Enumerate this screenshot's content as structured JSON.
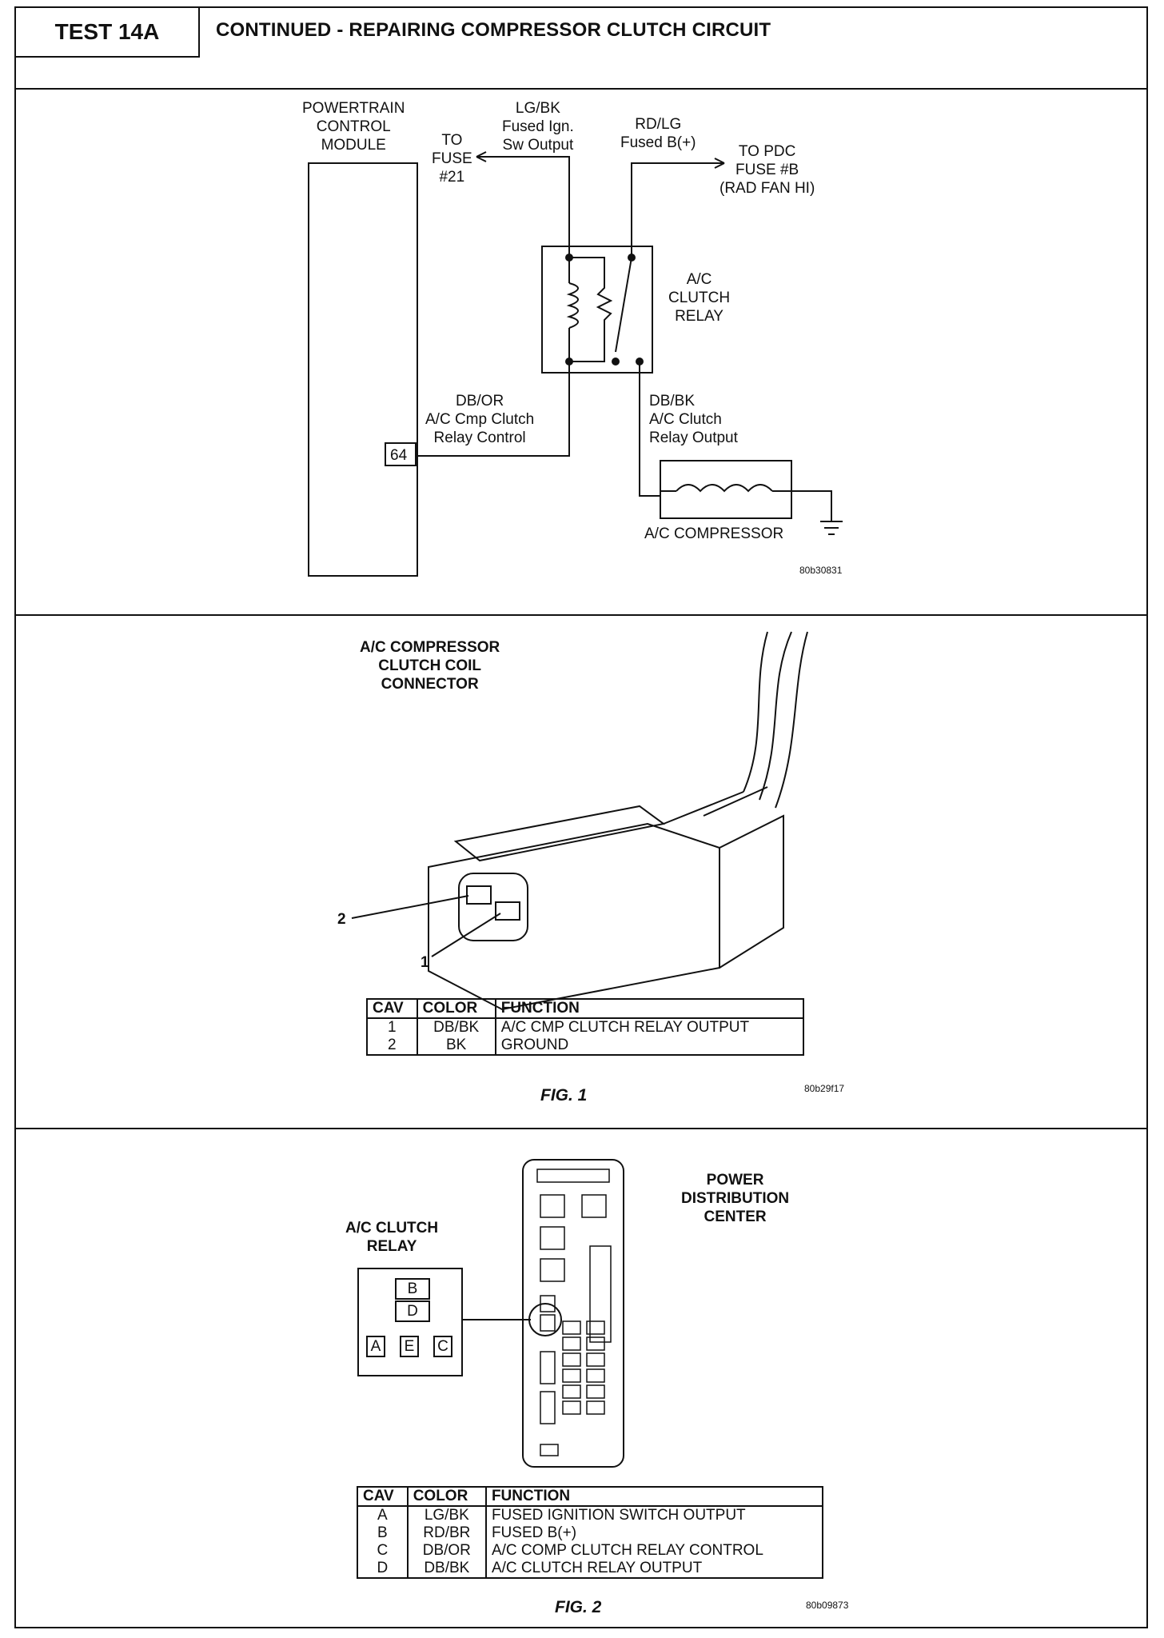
{
  "header": {
    "test_id": "TEST 14A",
    "title": "CONTINUED - REPAIRING COMPRESSOR CLUTCH CIRCUIT"
  },
  "schematic": {
    "pcm_label": [
      "POWERTRAIN",
      "CONTROL",
      "MODULE"
    ],
    "to_fuse_label": [
      "TO",
      "FUSE",
      "#21"
    ],
    "lgbk_label": [
      "LG/BK",
      "Fused Ign.",
      "Sw Output"
    ],
    "rdlg_label": [
      "RD/LG",
      "Fused B(+)"
    ],
    "to_pdc_label": [
      "TO PDC",
      "FUSE #B",
      "(RAD FAN HI)"
    ],
    "relay_label": [
      "A/C",
      "CLUTCH",
      "RELAY"
    ],
    "dbor_label": [
      "DB/OR",
      "A/C Cmp Clutch",
      "Relay Control"
    ],
    "dbbk_label": [
      "DB/BK",
      "A/C Clutch",
      "Relay Output"
    ],
    "pin_64": "64",
    "compressor_label": "A/C COMPRESSOR",
    "code": "80b30831"
  },
  "fig1": {
    "title": [
      "A/C COMPRESSOR",
      "CLUTCH COIL",
      "CONNECTOR"
    ],
    "callout_1": "1",
    "callout_2": "2",
    "table": {
      "headers": [
        "CAV",
        "COLOR",
        "FUNCTION"
      ],
      "rows": [
        [
          "1",
          "DB/BK",
          "A/C CMP CLUTCH RELAY OUTPUT"
        ],
        [
          "2",
          "BK",
          "GROUND"
        ]
      ]
    },
    "caption": "FIG. 1",
    "code": "80b29f17"
  },
  "fig2": {
    "relay_title": [
      "A/C CLUTCH",
      "RELAY"
    ],
    "pdc_title": [
      "POWER",
      "DISTRIBUTION",
      "CENTER"
    ],
    "relay_pins": [
      "B",
      "D",
      "A",
      "E",
      "C"
    ],
    "table": {
      "headers": [
        "CAV",
        "COLOR",
        "FUNCTION"
      ],
      "rows": [
        [
          "A",
          "LG/BK",
          "FUSED IGNITION SWITCH OUTPUT"
        ],
        [
          "B",
          "RD/BR",
          "FUSED B(+)"
        ],
        [
          "C",
          "DB/OR",
          "A/C COMP CLUTCH RELAY CONTROL"
        ],
        [
          "D",
          "DB/BK",
          "A/C CLUTCH RELAY OUTPUT"
        ]
      ]
    },
    "caption": "FIG. 2",
    "code": "80b09873"
  }
}
